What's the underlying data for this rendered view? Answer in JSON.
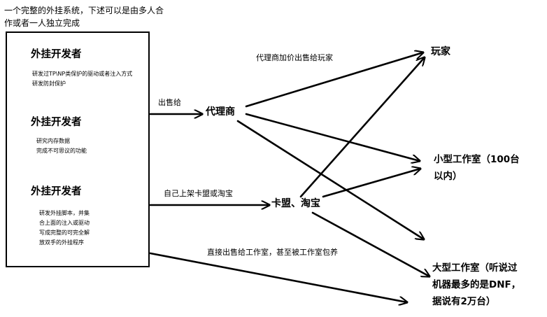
{
  "intro": {
    "line1": "一个完整的外挂系统，下述可以是由多人合",
    "line2": "作或者一人独立完成"
  },
  "developers": [
    {
      "title": "外挂开发者",
      "desc": [
        "研发过TP\\NP类保护的驱动或者注入方式",
        "研发防封保护"
      ]
    },
    {
      "title": "外挂开发者",
      "desc": [
        "研究内存数据",
        "完成不可思议的功能"
      ]
    },
    {
      "title": "外挂开发者",
      "desc": [
        "研发外挂脚本，并集",
        "合上面的注入或驱动",
        "写成完整的可完全解",
        "放双手的外挂程序"
      ]
    }
  ],
  "edge_labels": {
    "sell_to": "出售给",
    "agent_markup": "代理商加价出售给玩家",
    "self_list": "自己上架卡盟或淘宝",
    "direct_studio": "直接出售给工作室，甚至被工作室包养"
  },
  "nodes": {
    "agent": "代理商",
    "shop": "卡盟、淘宝",
    "player": "玩家",
    "small_studio": [
      "小型工作室（100台",
      "以内）"
    ],
    "large_studio": [
      "大型工作室（听说过",
      "机器最多的是DNF，",
      "据说有2万台）"
    ]
  }
}
